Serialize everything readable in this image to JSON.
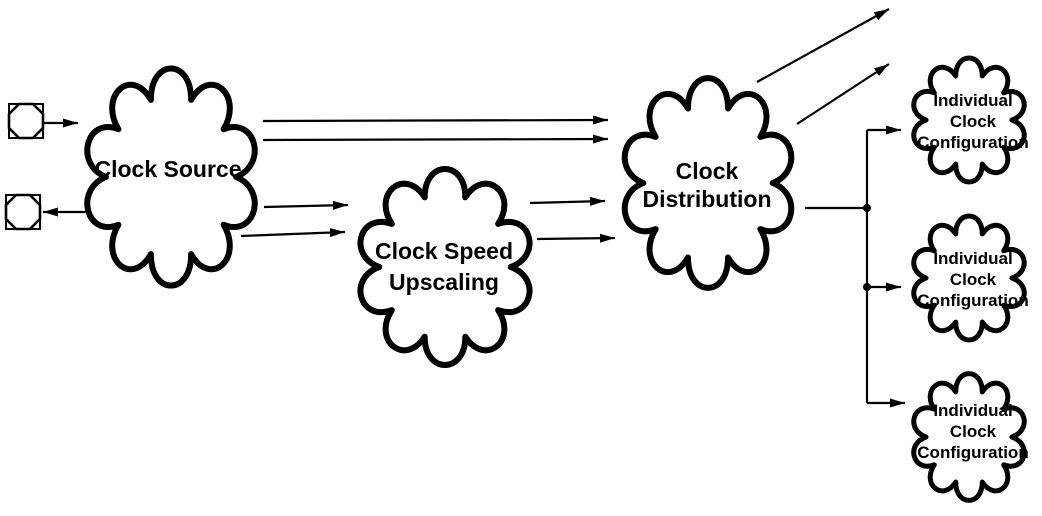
{
  "colors": {
    "line": "#000000",
    "cloud_fill": "#ffffff",
    "background": "#ffffff"
  },
  "icons": {
    "input_oscillator": "crystal-oscillator-icon",
    "output_oscillator": "crystal-oscillator-icon"
  },
  "nodes": {
    "clock_source": {
      "label": "Clock Source"
    },
    "clock_speed_upscaling": {
      "line1": "Clock Speed",
      "line2": "Upscaling"
    },
    "clock_distribution": {
      "line1": "Clock",
      "line2": "Distribution"
    },
    "config_clouds": [
      {
        "line1": "Individual",
        "line2": "Clock",
        "line3": "Configuration"
      },
      {
        "line1": "Individual",
        "line2": "Clock",
        "line3": "Configuration"
      },
      {
        "line1": "Individual",
        "line2": "Clock",
        "line3": "Configuration"
      }
    ]
  }
}
